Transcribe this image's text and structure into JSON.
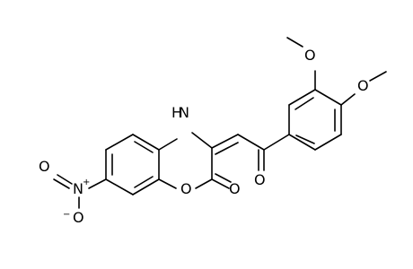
{
  "molecule": {
    "atoms": {
      "nh": "H",
      "n_of_nh": "N",
      "ring_o": "O",
      "lactone_o": "O",
      "ketone_o": "O",
      "methoxy_o1": "O",
      "methoxy_o2": "O",
      "nitro_n": "N",
      "nitro_o_minus": "O",
      "nitro_o_top": "O"
    },
    "charges": {
      "nitro_plus": "+",
      "nitro_minus": "−"
    }
  }
}
